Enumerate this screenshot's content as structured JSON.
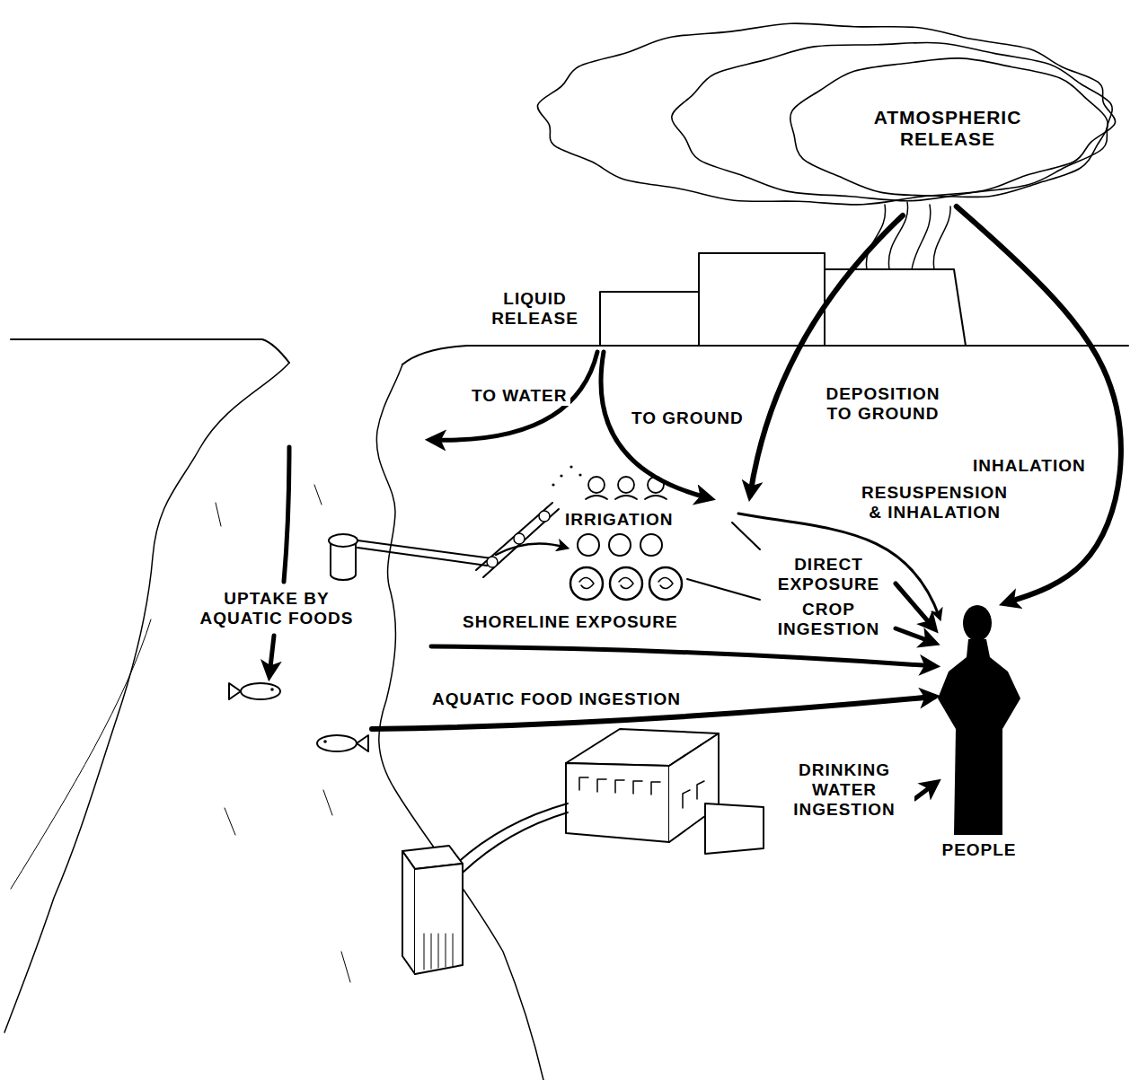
{
  "diagram": {
    "nodes": [
      {
        "text": [
          "ATMOSPHERIC RELEASE"
        ]
      },
      {
        "text": [
          "PEOPLE"
        ]
      }
    ],
    "edges": [
      {
        "from": 0,
        "to": 1,
        "label": "INHALATION",
        "arrow": "to"
      }
    ],
    "labels": [
      "LIQUID RELEASE",
      "TO WATER",
      "TO GROUND",
      "DEPOSITION TO GROUND",
      "RESUSPENSION & INHALATION",
      "IRRIGATION",
      "DIRECT EXPOSURE",
      "CROP INGESTION",
      "UPTAKE BY AQUATIC FOODS",
      "SHORELINE EXPOSURE",
      "AQUATIC FOOD INGESTION",
      "DRINKING WATER INGESTION"
    ]
  }
}
